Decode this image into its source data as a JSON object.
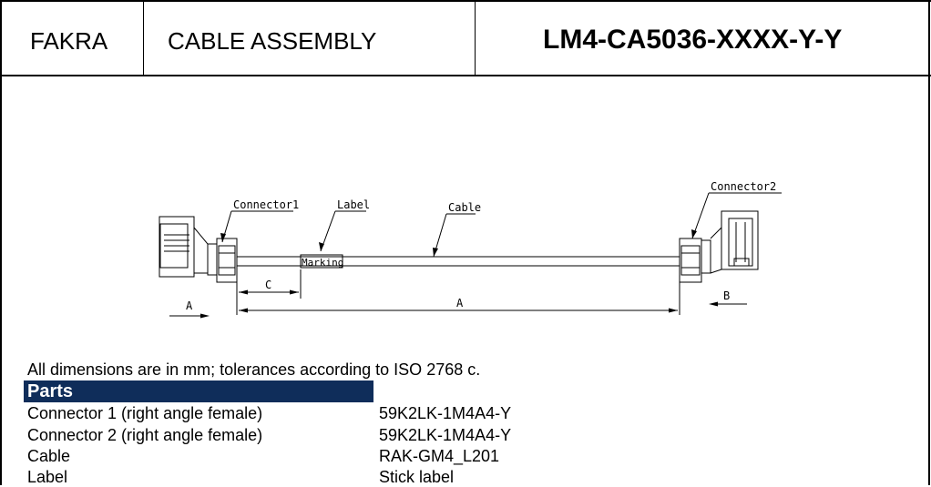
{
  "header": {
    "category": "FAKRA",
    "description": "CABLE ASSEMBLY",
    "part_number": "LM4-CA5036-XXXX-Y-Y"
  },
  "drawing": {
    "labels": {
      "connector1": "Connector1",
      "connector2": "Connector2",
      "label": "Label",
      "cable": "Cable",
      "marking": "Marking",
      "dim_c": "C",
      "dim_a": "A",
      "view_a": "A",
      "view_b": "B"
    }
  },
  "note": "All dimensions are in mm; tolerances according to ISO 2768 c.",
  "parts": {
    "heading": "Parts",
    "rows": [
      {
        "name": "Connector 1 (right angle female)",
        "value": "59K2LK-1M4A4-Y"
      },
      {
        "name": "Connector 2 (right angle female)",
        "value": "59K2LK-1M4A4-Y"
      },
      {
        "name": "Cable",
        "value": "RAK-GM4_L201"
      },
      {
        "name": "Label",
        "value": "Stick label"
      }
    ]
  }
}
